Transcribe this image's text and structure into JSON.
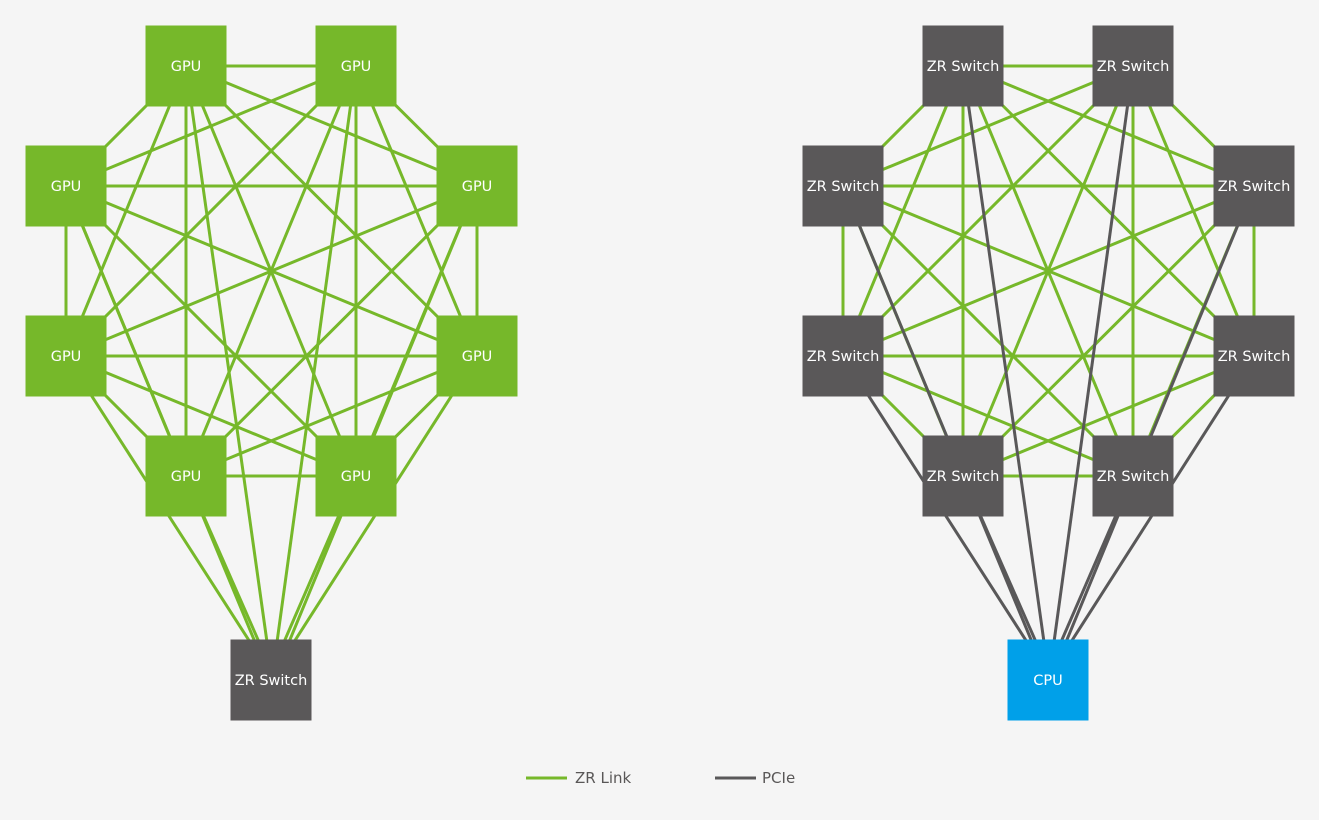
{
  "colors": {
    "background": "#f5f5f5",
    "zr_link": "#76b82a",
    "pcie": "#595859",
    "gpu": "#76b82a",
    "switch": "#5a5859",
    "cpu": "#00a0e9"
  },
  "legend": {
    "zr_link_label": "ZR Link",
    "pcie_label": "PCIe"
  },
  "diagrams": [
    {
      "name": "gpu-cluster",
      "ring_nodes": [
        {
          "id": "top-left",
          "label": "GPU",
          "kind": "gpu"
        },
        {
          "id": "top-right",
          "label": "GPU",
          "kind": "gpu"
        },
        {
          "id": "mid-left",
          "label": "GPU",
          "kind": "gpu"
        },
        {
          "id": "mid-right",
          "label": "GPU",
          "kind": "gpu"
        },
        {
          "id": "low-left",
          "label": "GPU",
          "kind": "gpu"
        },
        {
          "id": "low-right",
          "label": "GPU",
          "kind": "gpu"
        },
        {
          "id": "bottom-left",
          "label": "GPU",
          "kind": "gpu"
        },
        {
          "id": "bottom-right",
          "label": "GPU",
          "kind": "gpu"
        }
      ],
      "ring_link_type": "zr_link",
      "hub": {
        "id": "hub",
        "label": "ZR Switch",
        "kind": "switch"
      },
      "hub_link_type": "zr_link"
    },
    {
      "name": "switch-cluster",
      "ring_nodes": [
        {
          "id": "top-left",
          "label": "ZR Switch",
          "kind": "switch"
        },
        {
          "id": "top-right",
          "label": "ZR Switch",
          "kind": "switch"
        },
        {
          "id": "mid-left",
          "label": "ZR Switch",
          "kind": "switch"
        },
        {
          "id": "mid-right",
          "label": "ZR Switch",
          "kind": "switch"
        },
        {
          "id": "low-left",
          "label": "ZR Switch",
          "kind": "switch"
        },
        {
          "id": "low-right",
          "label": "ZR Switch",
          "kind": "switch"
        },
        {
          "id": "bottom-left",
          "label": "ZR Switch",
          "kind": "switch"
        },
        {
          "id": "bottom-right",
          "label": "ZR Switch",
          "kind": "switch"
        }
      ],
      "ring_link_type": "zr_link",
      "hub": {
        "id": "hub",
        "label": "CPU",
        "kind": "cpu"
      },
      "hub_link_type": "pcie"
    }
  ]
}
